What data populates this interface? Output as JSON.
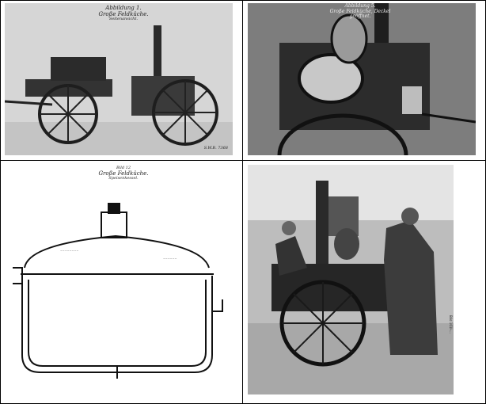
{
  "images": [
    {
      "caption_lines": [
        "Abbildung 1.",
        "Große Feldküche.",
        "Seitenansicht."
      ],
      "corner_mark": "S.W.B. 7368"
    },
    {
      "caption_lines": [
        "Abbildung 5.",
        "Große Feldküche, Deckel",
        "geöffnet."
      ]
    },
    {
      "caption_lines": [
        "Bild 12",
        "Große Feldküche.",
        "Speisenkessel."
      ]
    },
    {
      "archive_mark": "Bild 101I-..."
    }
  ]
}
